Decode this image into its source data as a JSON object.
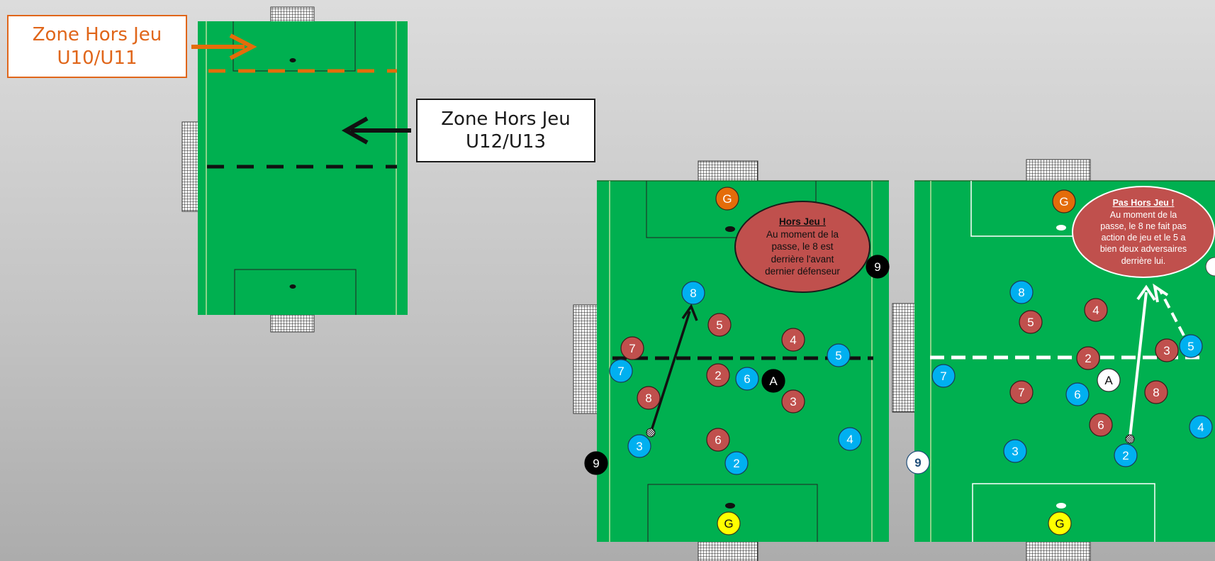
{
  "labels": {
    "u10": {
      "line1": "Zone Hors Jeu",
      "line2": "U10/U11",
      "color": "#e0661a"
    },
    "u12": {
      "line1": "Zone Hors Jeu",
      "line2": "U12/U13",
      "color": "#1a1a1a"
    }
  },
  "bubbles": {
    "left": {
      "title": "Hors Jeu !",
      "lines": [
        "Au moment de la",
        "passe, le 8 est",
        "derrière l'avant",
        "dernier défenseur"
      ]
    },
    "right": {
      "title": "Pas Hors Jeu !",
      "lines": [
        "Au moment de la",
        "passe, le 8 ne fait pas",
        "action de jeu et le 5 a",
        "bien deux adversaires",
        "derrière lui."
      ]
    }
  },
  "colors": {
    "pitch": "#00b050",
    "team_blue": "#00b0f0",
    "team_red": "#c0504d",
    "keeper_orange": "#e46c0a",
    "keeper_yellow": "#ffff00",
    "offside_orange": "#e46c0a"
  },
  "scenarios": {
    "left": {
      "players": [
        {
          "label": "G",
          "team": "keeper_orange"
        },
        {
          "label": "8",
          "team": "blue"
        },
        {
          "label": "5",
          "team": "red"
        },
        {
          "label": "4",
          "team": "red"
        },
        {
          "label": "7",
          "team": "red"
        },
        {
          "label": "5",
          "team": "blue"
        },
        {
          "label": "7",
          "team": "blue"
        },
        {
          "label": "2",
          "team": "red"
        },
        {
          "label": "6",
          "team": "blue"
        },
        {
          "label": "A",
          "team": "referee_black"
        },
        {
          "label": "8",
          "team": "red"
        },
        {
          "label": "3",
          "team": "red"
        },
        {
          "label": "3",
          "team": "blue"
        },
        {
          "label": "6",
          "team": "red"
        },
        {
          "label": "4",
          "team": "blue"
        },
        {
          "label": "2",
          "team": "blue"
        },
        {
          "label": "9",
          "team": "black"
        },
        {
          "label": "9",
          "team": "black"
        },
        {
          "label": "G",
          "team": "keeper_yellow"
        }
      ]
    },
    "right": {
      "players": [
        {
          "label": "G",
          "team": "keeper_orange"
        },
        {
          "label": "8",
          "team": "blue"
        },
        {
          "label": "5",
          "team": "red"
        },
        {
          "label": "4",
          "team": "red"
        },
        {
          "label": "3",
          "team": "red"
        },
        {
          "label": "5",
          "team": "blue"
        },
        {
          "label": "7",
          "team": "blue"
        },
        {
          "label": "2",
          "team": "red"
        },
        {
          "label": "A",
          "team": "referee_white"
        },
        {
          "label": "7",
          "team": "red"
        },
        {
          "label": "6",
          "team": "blue"
        },
        {
          "label": "8",
          "team": "red"
        },
        {
          "label": "6",
          "team": "red"
        },
        {
          "label": "4",
          "team": "blue"
        },
        {
          "label": "3",
          "team": "blue"
        },
        {
          "label": "2",
          "team": "blue"
        },
        {
          "label": "9",
          "team": "white"
        },
        {
          "label": "G",
          "team": "keeper_yellow"
        }
      ]
    }
  }
}
